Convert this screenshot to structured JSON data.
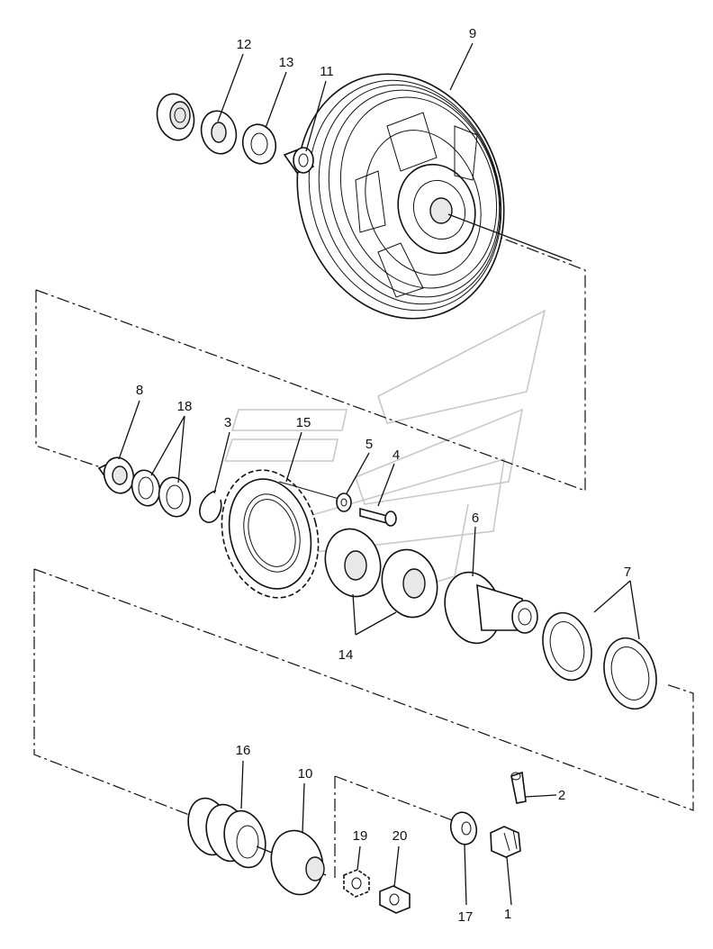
{
  "callouts": [
    "1",
    "2",
    "3",
    "4",
    "5",
    "6",
    "7",
    "8",
    "9",
    "10",
    "11",
    "12",
    "13",
    "14",
    "15",
    "16",
    "17",
    "18",
    "19",
    "20"
  ],
  "colors": {
    "ink": "#111111",
    "watermark": "#c8c8c8",
    "background": "#ffffff"
  }
}
